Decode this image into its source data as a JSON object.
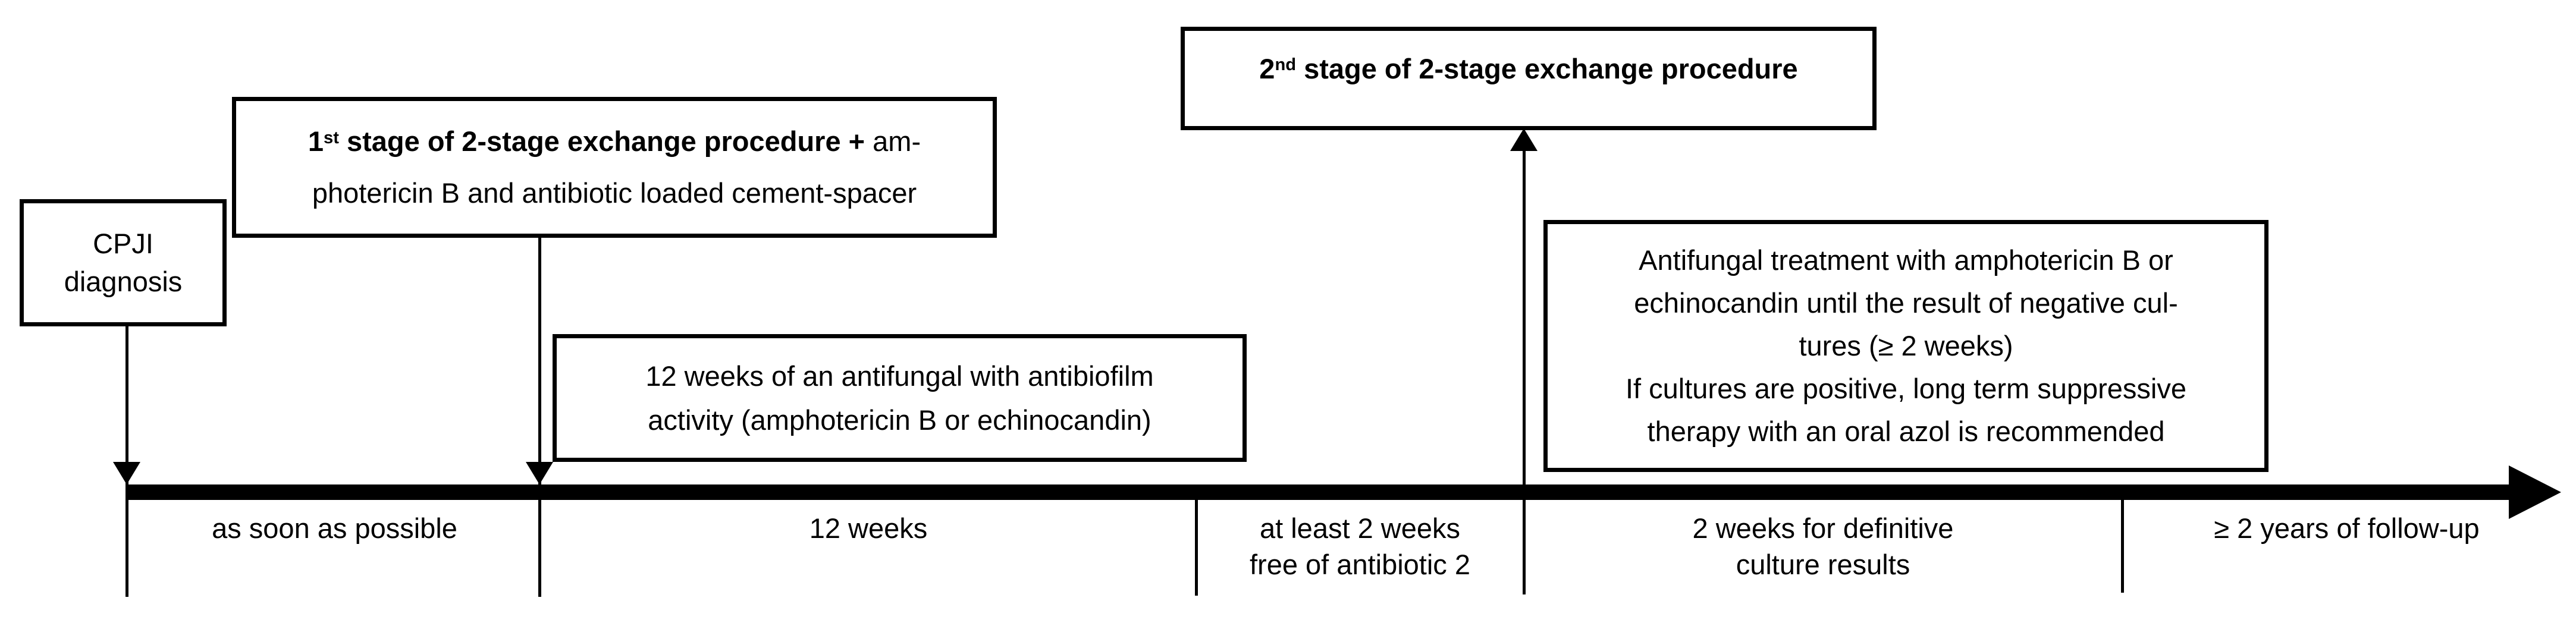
{
  "diagram": {
    "colors": {
      "ink": "#000000",
      "background": "#ffffff"
    },
    "cpji_box": {
      "lines": [
        "CPJI",
        "diagnosis"
      ]
    },
    "stage1_box": {
      "num": "1",
      "sup": "st",
      "bold_rest": " stage of 2-stage exchange procedure +",
      "normal_tail": " am-",
      "line2": "photericin B and antibiotic loaded cement-spacer"
    },
    "antibiofilm_box": {
      "lines": [
        "12 weeks of an antifungal with antibiofilm",
        "activity (amphotericin B or echinocandin)"
      ]
    },
    "stage2_box": {
      "num": "2",
      "sup": "nd",
      "bold_rest": " stage of 2-stage exchange procedure"
    },
    "antifungal_box": {
      "lines": [
        "Antifungal treatment with amphotericin B or",
        "echinocandin until the result of negative cul-",
        "tures (≥ 2 weeks)",
        "If cultures are positive, long term suppressive",
        "therapy with an oral azol is recommended"
      ]
    },
    "timeline_segments": [
      {
        "lines": [
          "as soon as possible"
        ]
      },
      {
        "lines": [
          "12 weeks"
        ]
      },
      {
        "lines": [
          "at least 2 weeks",
          "free of antibiotic 2"
        ]
      },
      {
        "lines": [
          "2 weeks for definitive",
          "culture results"
        ]
      },
      {
        "lines": [
          "≥ 2 years of follow-up"
        ]
      }
    ]
  }
}
